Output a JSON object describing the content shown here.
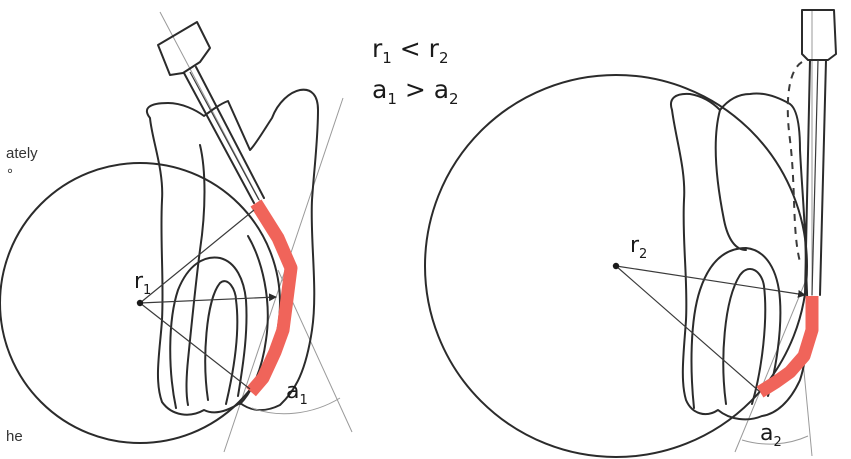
{
  "colors": {
    "curve_highlight": "#f0645a",
    "outline": "#2b2b2b",
    "guide": "#9a9a9a"
  },
  "relations": {
    "line1": {
      "left_base": "r",
      "left_sub": "1",
      "op": " < ",
      "right_base": "r",
      "right_sub": "2"
    },
    "line2": {
      "left_base": "a",
      "left_sub": "1",
      "op": " > ",
      "right_base": "a",
      "right_sub": "2"
    }
  },
  "left_panel": {
    "radius": {
      "base": "r",
      "sub": "1"
    },
    "angle": {
      "base": "a",
      "sub": "1"
    }
  },
  "right_panel": {
    "radius": {
      "base": "r",
      "sub": "2"
    },
    "angle": {
      "base": "a",
      "sub": "2"
    }
  },
  "side_text": {
    "line1": "ately",
    "line2": "°",
    "line3": "he"
  }
}
